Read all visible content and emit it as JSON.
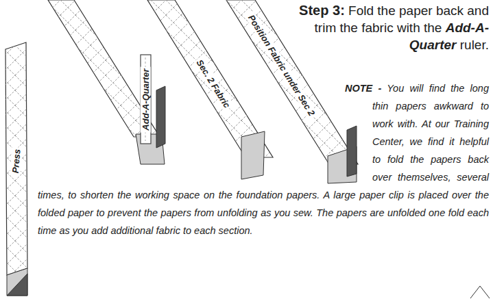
{
  "diagram": {
    "labels": [
      "Step 3:",
      "Fold the paper back and trim the fabric with the",
      "Add-A-Quarter",
      "ruler.",
      "NOTE -",
      "You will find the long thin papers awkward to work with. At our Training Center, we find it helpful to fold the papers back over themselves, several times, to shorten the working space on the foundation papers. A large paper clip is placed over the folded paper to prevent the papers from unfolding as you sew. The papers are unfolded one fold each time as you add additional fabric to each section.",
      "Position Fabric under Sec 2",
      "Sec. 2 Fabric",
      "Add-A-Quarter",
      "Press"
    ]
  }
}
